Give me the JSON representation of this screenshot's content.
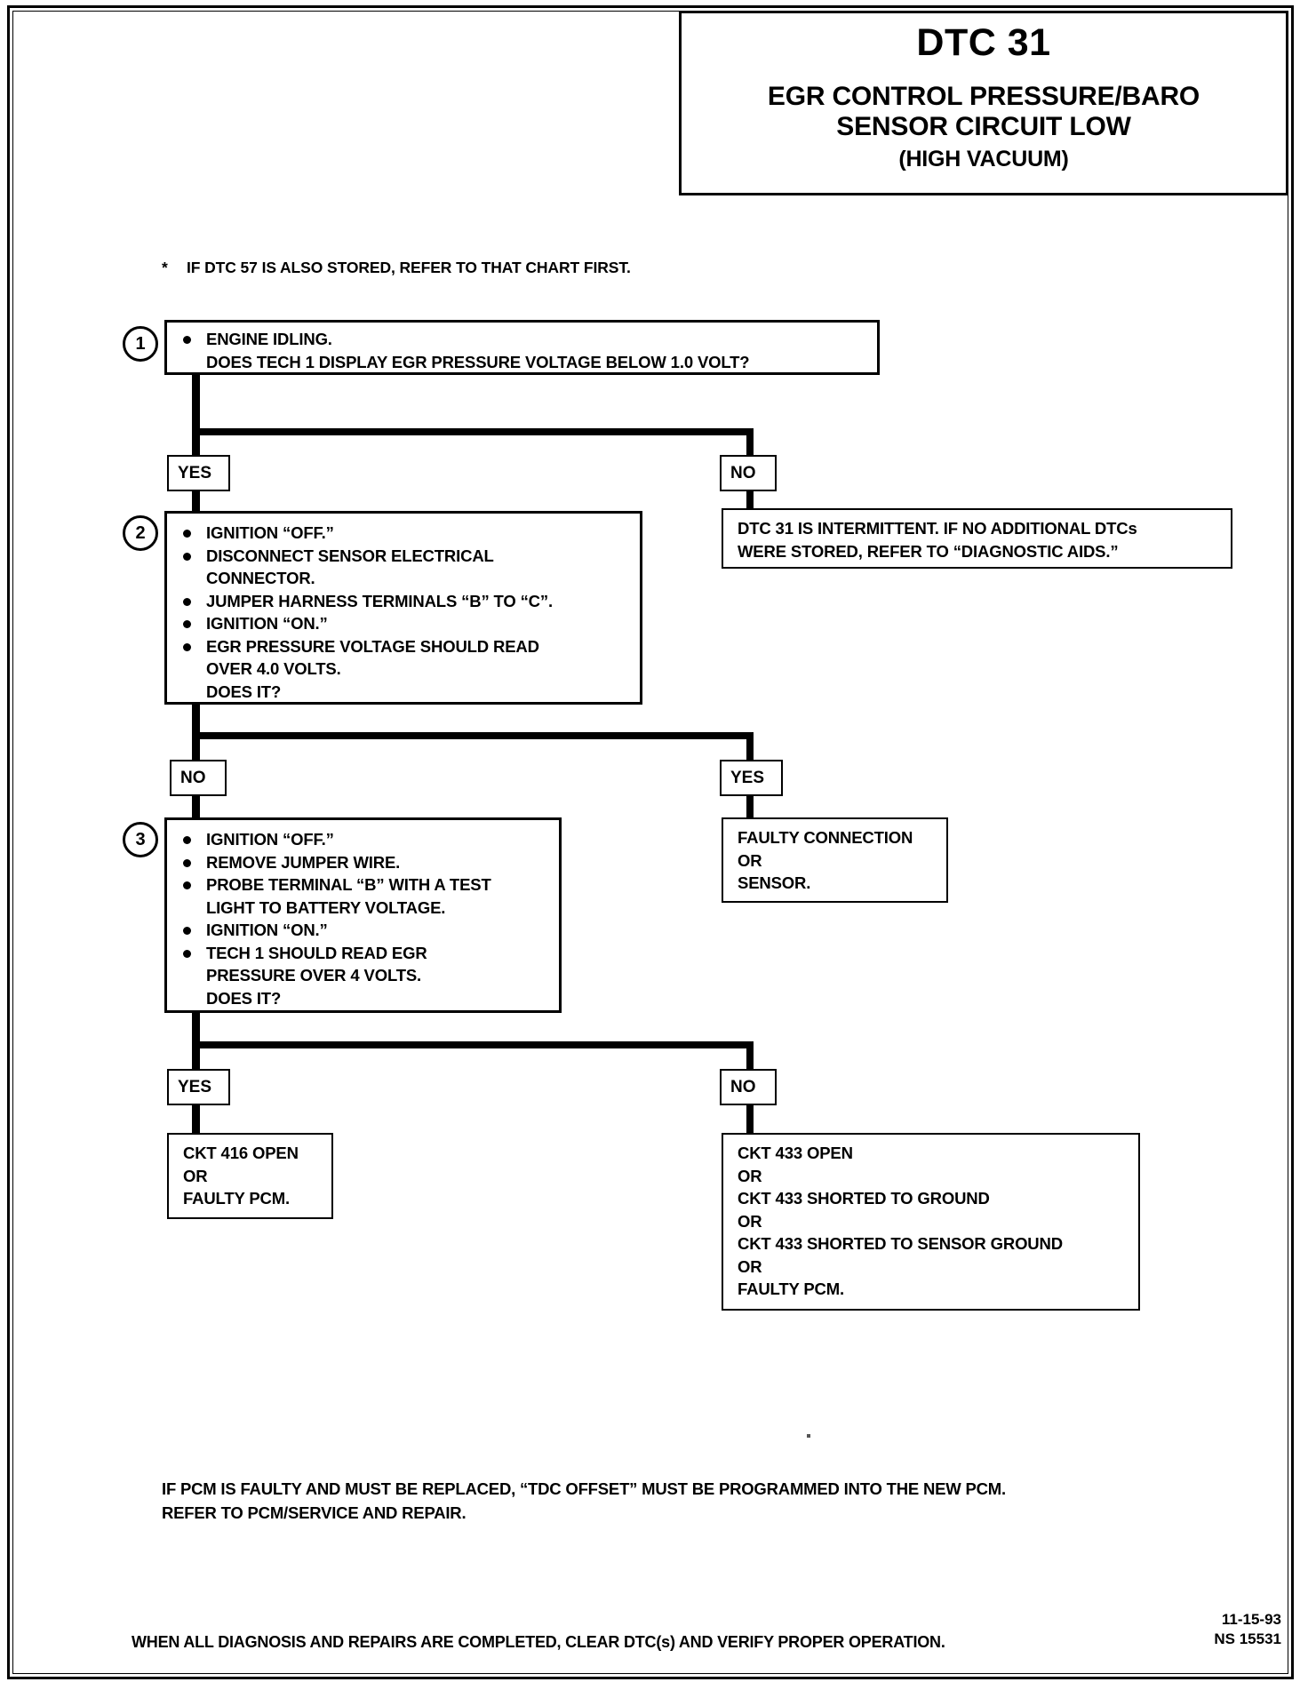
{
  "header": {
    "dtc_number": "DTC 31",
    "title_line1": "EGR CONTROL PRESSURE/BARO",
    "title_line2": "SENSOR CIRCUIT LOW",
    "subtitle": "(HIGH VACUUM)"
  },
  "note": {
    "star": "*",
    "text": "IF DTC 57 IS ALSO STORED, REFER TO THAT CHART FIRST."
  },
  "steps": {
    "one": {
      "number": "1",
      "bullets": [
        "ENGINE IDLING.\nDOES TECH 1 DISPLAY EGR PRESSURE VOLTAGE BELOW 1.0 VOLT?"
      ]
    },
    "two": {
      "number": "2",
      "bullets": [
        "IGNITION “OFF.”",
        "DISCONNECT SENSOR ELECTRICAL\nCONNECTOR.",
        "JUMPER HARNESS TERMINALS “B” TO “C”.",
        "IGNITION “ON.”",
        "EGR PRESSURE VOLTAGE SHOULD READ\nOVER 4.0 VOLTS.\nDOES IT?"
      ]
    },
    "three": {
      "number": "3",
      "bullets": [
        "IGNITION “OFF.”",
        "REMOVE JUMPER WIRE.",
        "PROBE TERMINAL “B” WITH A TEST\nLIGHT TO BATTERY VOLTAGE.",
        "IGNITION “ON.”",
        "TECH 1 SHOULD READ EGR\nPRESSURE OVER 4 VOLTS.\nDOES IT?"
      ]
    }
  },
  "branches": {
    "yes1": "YES",
    "no1": "NO",
    "no2": "NO",
    "yes2": "YES",
    "yes3": "YES",
    "no3": "NO"
  },
  "results": {
    "intermittent": "DTC 31 IS INTERMITTENT.  IF NO ADDITIONAL DTCs\nWERE STORED, REFER TO “DIAGNOSTIC AIDS.”",
    "faulty_connection": "FAULTY CONNECTION\nOR\nSENSOR.",
    "ckt416": "CKT 416 OPEN\nOR\nFAULTY PCM.",
    "ckt433": "CKT 433 OPEN\nOR\nCKT 433 SHORTED TO GROUND\nOR\nCKT 433 SHORTED TO SENSOR GROUND\nOR\nFAULTY PCM."
  },
  "footer": {
    "pcm_note": "IF PCM IS FAULTY AND MUST BE REPLACED, “TDC OFFSET” MUST BE PROGRAMMED INTO THE NEW PCM.\nREFER TO  PCM/SERVICE AND REPAIR.",
    "final_line": "WHEN ALL DIAGNOSIS AND REPAIRS ARE COMPLETED, CLEAR DTC(s) AND VERIFY PROPER OPERATION.",
    "date": "11-15-93",
    "doc_id": "NS 15531"
  },
  "colors": {
    "ink": "#000000",
    "paper": "#ffffff"
  }
}
